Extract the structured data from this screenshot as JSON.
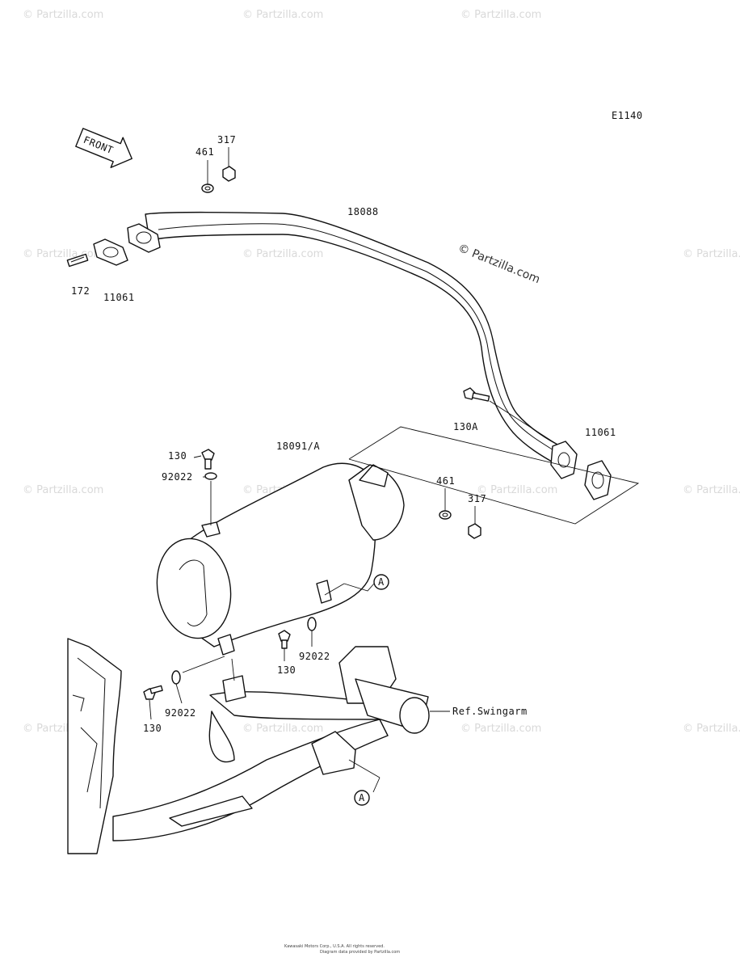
{
  "diagram_code": "E1140",
  "front_arrow_label": "FRONT",
  "watermark": "© Partzilla.com",
  "callouts": {
    "nut_317_top": "317",
    "washer_461_top": "461",
    "pipe_18088": "18088",
    "stud_172": "172",
    "gasket_11061_left": "11061",
    "bolt_130A": "130A",
    "gasket_11061_right": "11061",
    "muffler_18091A": "18091/A",
    "bolt_130_top": "130",
    "washer_92022_top": "92022",
    "washer_461_right": "461",
    "nut_317_right": "317",
    "ref_A_upper": "A",
    "bolt_130_mid": "130",
    "washer_92022_mid": "92022",
    "washer_92022_low": "92022",
    "bolt_130_low": "130",
    "ref_swingarm": "Ref.Swingarm",
    "ref_A_lower": "A"
  },
  "footer": {
    "line1": "Kawasaki Motors Corp., U.S.A. All rights reserved.",
    "line2": "Diagram data provided by Partzilla.com"
  }
}
